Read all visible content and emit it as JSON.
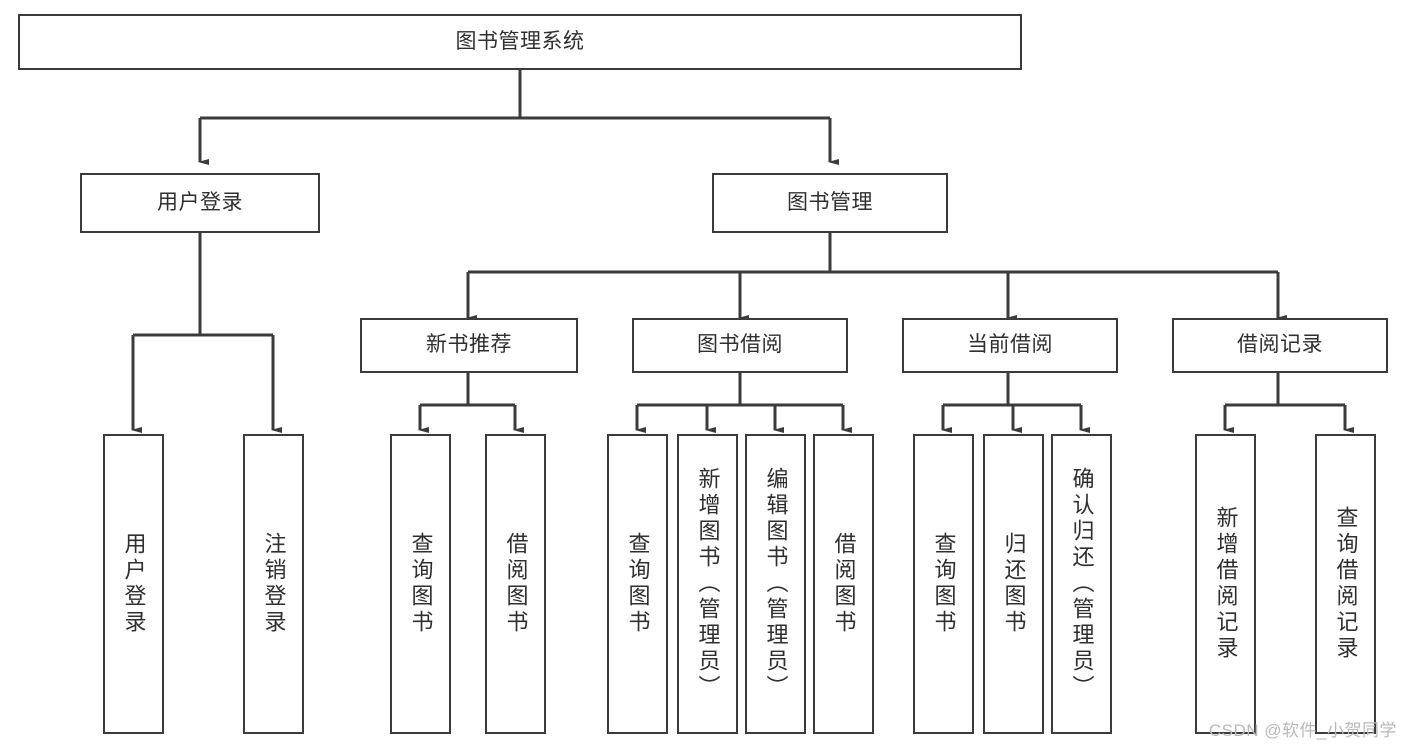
{
  "diagram": {
    "type": "hierarchy-tree",
    "title": "图书管理系统",
    "watermark": "CSDN @软件_小贺同学",
    "colors": {
      "box_border": "#3b3b3b",
      "box_fill": "#ffffff",
      "connector": "#3b3b3b",
      "text": "#2f2f2f",
      "watermark": "#b9b9b9",
      "background": "#ffffff"
    },
    "root": {
      "label": "图书管理系统"
    },
    "level2": [
      {
        "label": "用户登录"
      },
      {
        "label": "图书管理"
      }
    ],
    "level3": [
      {
        "label": "新书推荐"
      },
      {
        "label": "图书借阅"
      },
      {
        "label": "当前借阅"
      },
      {
        "label": "借阅记录"
      }
    ],
    "leaves": {
      "user_login": [
        {
          "label": "用户登录"
        },
        {
          "label": "注销登录"
        }
      ],
      "new_book_recommend": [
        {
          "label": "查询图书"
        },
        {
          "label": "借阅图书"
        }
      ],
      "book_borrow": [
        {
          "label": "查询图书"
        },
        {
          "label": "新增图书（管理员）"
        },
        {
          "label": "编辑图书（管理员）"
        },
        {
          "label": "借阅图书"
        }
      ],
      "current_borrow": [
        {
          "label": "查询图书"
        },
        {
          "label": "归还图书"
        },
        {
          "label": "确认归还（管理员）"
        }
      ],
      "borrow_record": [
        {
          "label": "新增借阅记录"
        },
        {
          "label": "查询借阅记录"
        }
      ]
    }
  }
}
